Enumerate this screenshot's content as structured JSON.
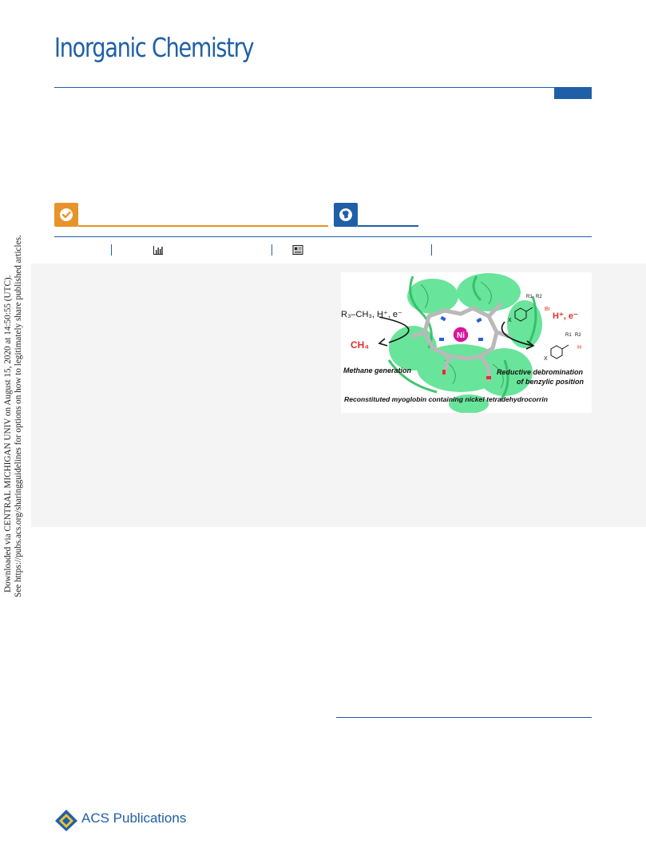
{
  "journal": {
    "title": "Inorganic Chemistry"
  },
  "side_note": {
    "line1": "Downloaded via CENTRAL MICHIGAN UNIV on August 15, 2020 at 14:50:55 (UTC).",
    "line2": "See https://pubs.acs.org/sharingguidelines for options on how to legitimately share published articles."
  },
  "toc_graphic": {
    "metal_label": "Ni",
    "metal_superscript": "I",
    "left_reagent": "R₃–CH₃, H⁺, e⁻",
    "left_product": "CH₄",
    "left_caption": "Methane generation",
    "right_reagent": "H⁺, e⁻",
    "right_caption_line1": "Reductive debromination",
    "right_caption_line2": "of benzylic position",
    "bottom_caption": "Reconstituted myoglobin containing nickel tetradehydrocorrin",
    "r1": "R1",
    "r2": "R2",
    "br": "Br",
    "h": "H",
    "x": "X"
  },
  "publisher": {
    "name": "ACS Publications"
  },
  "colors": {
    "brand_blue": "#1f5fa8",
    "open_access_orange": "#e8932a",
    "panel_gray": "#f4f4f4"
  },
  "icons": [
    "checkmark-icon",
    "globe-icon",
    "bar-chart-icon",
    "article-icon",
    "acs-logo-icon"
  ]
}
